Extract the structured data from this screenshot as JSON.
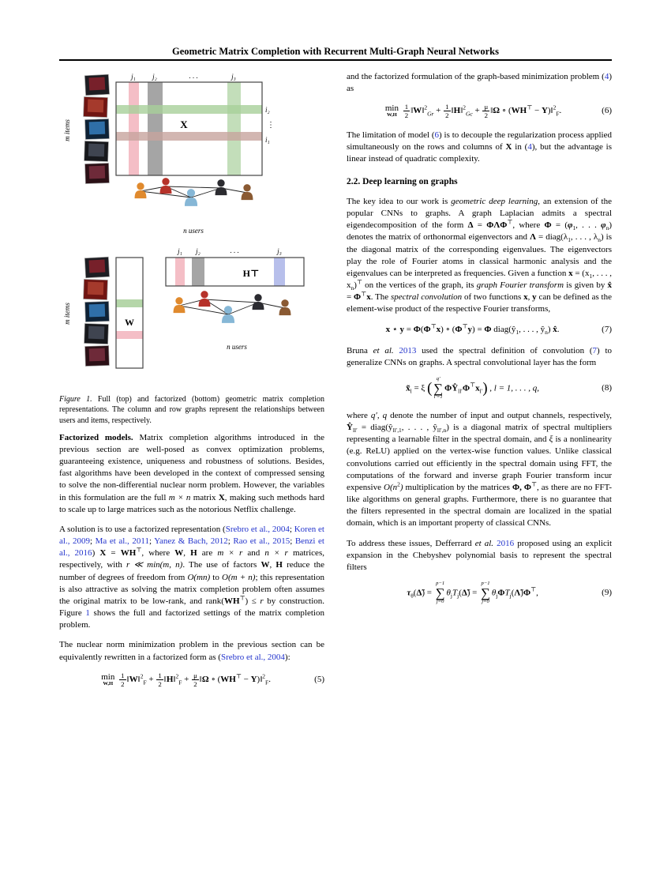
{
  "header": {
    "title": "Geometric Matrix Completion with Recurrent Multi-Graph Neural Networks"
  },
  "colors": {
    "link_blue": "#2233cc"
  },
  "figure": {
    "labels": {
      "j1": "j₁",
      "j2": "j₂",
      "j3": "j₃",
      "dots": ". . .",
      "i1": "i₁",
      "i2": "i₂",
      "vdots": "⋮",
      "X": "X",
      "W": "W",
      "HT": "H⊤",
      "m_items": "m items",
      "n_users": "n users"
    },
    "colors": {
      "stripe_pink": "#f2b3bc",
      "stripe_gray": "#8f8f8f",
      "stripe_green": "#b9d8ae",
      "stripe_blue": "#aab4e8",
      "row_green": "#a8cf9a",
      "row_red": "#c7a49e"
    },
    "avatar_colors": [
      "#e08a2e",
      "#b6322a",
      "#86b7d6",
      "#2b2b30",
      "#8a5a33"
    ],
    "caption_label": "Figure 1.",
    "caption_text": " Full (top) and factorized (bottom) geometric matrix completion representations. The column and row graphs represent the relationships between users and items, respectively."
  },
  "left_column": {
    "para_factorized": [
      {
        "t": "Factorized models.",
        "s": "b"
      },
      {
        "t": "   Matrix completion algorithms introduced in the previous section are well-posed as convex optimization problems, guaranteeing existence, uniqueness and robustness of solutions. Besides, fast algorithms have been developed in the context of compressed sensing to solve the non-differential nuclear norm problem. However, the variables in this formulation are the full "
      },
      {
        "t": "m × n",
        "s": "i"
      },
      {
        "t": " matrix "
      },
      {
        "t": "X",
        "s": "b"
      },
      {
        "t": ", making such methods hard to scale up to large matrices such as the notorious Netflix challenge."
      }
    ],
    "para_solution": [
      {
        "t": "A solution is to use a factorized representation ("
      },
      {
        "t": "Srebro et al., 2004",
        "s": "link"
      },
      {
        "t": "; "
      },
      {
        "t": "Koren et al., 2009",
        "s": "link"
      },
      {
        "t": "; "
      },
      {
        "t": "Ma et al., 2011",
        "s": "link"
      },
      {
        "t": "; "
      },
      {
        "t": "Yanez & Bach, 2012",
        "s": "link"
      },
      {
        "t": "; "
      },
      {
        "t": "Rao et al., 2015",
        "s": "link"
      },
      {
        "t": "; "
      },
      {
        "t": "Benzi et al., 2016",
        "s": "link"
      },
      {
        "t": ") "
      },
      {
        "t": "X",
        "s": "b"
      },
      {
        "t": " = "
      },
      {
        "t": "WH",
        "s": "b"
      },
      {
        "t": "⊤",
        "s": "sup"
      },
      {
        "t": ", where "
      },
      {
        "t": "W",
        "s": "b"
      },
      {
        "t": ", "
      },
      {
        "t": "H",
        "s": "b"
      },
      {
        "t": " are "
      },
      {
        "t": "m × r",
        "s": "i"
      },
      {
        "t": " and "
      },
      {
        "t": "n × r",
        "s": "i"
      },
      {
        "t": " matrices, respectively, with "
      },
      {
        "t": "r ≪ min(m, n)",
        "s": "i"
      },
      {
        "t": ". The use of factors "
      },
      {
        "t": "W",
        "s": "b"
      },
      {
        "t": ", "
      },
      {
        "t": "H",
        "s": "b"
      },
      {
        "t": " reduce the number of degrees of freedom from "
      },
      {
        "t": "O(mn)",
        "s": "i"
      },
      {
        "t": " to "
      },
      {
        "t": "O(m + n)",
        "s": "i"
      },
      {
        "t": "; this representation is also attractive as solving the matrix completion problem often assumes the original matrix to be low-rank, and rank("
      },
      {
        "t": "WH",
        "s": "b"
      },
      {
        "t": "⊤",
        "s": "sup"
      },
      {
        "t": ") ≤ "
      },
      {
        "t": "r",
        "s": "i"
      },
      {
        "t": " by construction. Figure "
      },
      {
        "t": "1",
        "s": "link"
      },
      {
        "t": " shows the full and factorized settings of the matrix completion problem."
      }
    ],
    "para_nuclear": [
      {
        "t": "The nuclear norm minimization problem in the previous section can be equivalently rewritten in a factorized form as ("
      },
      {
        "t": "Srebro et al., 2004",
        "s": "link"
      },
      {
        "t": "):"
      }
    ]
  },
  "right_column": {
    "para_intro": [
      {
        "t": "and the factorized formulation of the graph-based minimization problem ("
      },
      {
        "t": "4",
        "s": "link"
      },
      {
        "t": ") as"
      }
    ],
    "para_limitation": [
      {
        "t": "The limitation of model ("
      },
      {
        "t": "6",
        "s": "link"
      },
      {
        "t": ") is to decouple the regularization process applied simultaneously on the rows and columns of "
      },
      {
        "t": "X",
        "s": "b"
      },
      {
        "t": " in ("
      },
      {
        "t": "4",
        "s": "link"
      },
      {
        "t": "), but the advantage is linear instead of quadratic complexity."
      }
    ],
    "section_heading": "2.2. Deep learning on graphs",
    "para_deep": [
      {
        "t": "The key idea to our work is "
      },
      {
        "t": "geometric deep learning",
        "s": "i"
      },
      {
        "t": ", an extension of the popular CNNs to graphs. A graph Laplacian admits a spectral eigendecomposition of the form "
      },
      {
        "t": "Δ",
        "s": "b"
      },
      {
        "t": " = "
      },
      {
        "t": "ΦΛΦ",
        "s": "b"
      },
      {
        "t": "⊤",
        "s": "sup"
      },
      {
        "t": ", where "
      },
      {
        "t": "Φ",
        "s": "b"
      },
      {
        "t": " = ("
      },
      {
        "t": "φ",
        "s": "bi"
      },
      {
        "t": "1",
        "s": "sub"
      },
      {
        "t": ", . . . "
      },
      {
        "t": "φ",
        "s": "bi"
      },
      {
        "t": "n",
        "s": "sub"
      },
      {
        "t": ") denotes the matrix of orthonormal eigenvectors and "
      },
      {
        "t": "Λ",
        "s": "b"
      },
      {
        "t": " = diag(λ"
      },
      {
        "t": "1",
        "s": "sub"
      },
      {
        "t": ", . . . , λ"
      },
      {
        "t": "n",
        "s": "sub"
      },
      {
        "t": ") is the diagonal matrix of the corresponding eigenvalues. The eigenvectors play the role of Fourier atoms in classical harmonic analysis and the eigenvalues can be interpreted as frequencies. Given a function "
      },
      {
        "t": "x",
        "s": "b"
      },
      {
        "t": " = (x"
      },
      {
        "t": "1",
        "s": "sub"
      },
      {
        "t": ", . . . , x"
      },
      {
        "t": "n",
        "s": "sub"
      },
      {
        "t": ")"
      },
      {
        "t": "⊤",
        "s": "sup"
      },
      {
        "t": " on the vertices of the graph, its "
      },
      {
        "t": "graph Fourier transform",
        "s": "i"
      },
      {
        "t": " is given by "
      },
      {
        "t": "x̂",
        "s": "b"
      },
      {
        "t": " = "
      },
      {
        "t": "Φ",
        "s": "b"
      },
      {
        "t": "⊤",
        "s": "sup"
      },
      {
        "t": "x",
        "s": "b"
      },
      {
        "t": ". The "
      },
      {
        "t": "spectral convolution",
        "s": "i"
      },
      {
        "t": " of two functions "
      },
      {
        "t": "x",
        "s": "b"
      },
      {
        "t": ", "
      },
      {
        "t": "y",
        "s": "b"
      },
      {
        "t": " can be defined as the element-wise product of the respective Fourier transforms,"
      }
    ],
    "para_bruna": [
      {
        "t": "Bruna "
      },
      {
        "t": "et al.",
        "s": "i"
      },
      {
        "t": " "
      },
      {
        "t": "2013",
        "s": "link"
      },
      {
        "t": " used the spectral definition of convolution ("
      },
      {
        "t": "7",
        "s": "link"
      },
      {
        "t": ") to generalize CNNs on graphs. A spectral convolutional layer has the form"
      }
    ],
    "para_where": [
      {
        "t": "where "
      },
      {
        "t": "q′, q",
        "s": "i"
      },
      {
        "t": " denote the number of input and output channels, respectively, "
      },
      {
        "t": "Ŷ",
        "s": "b"
      },
      {
        "t": "ll′",
        "s": "sub"
      },
      {
        "t": " = diag(ŷ"
      },
      {
        "t": "ll′,1",
        "s": "sub"
      },
      {
        "t": ", . . . , ŷ"
      },
      {
        "t": "ll′,n",
        "s": "sub"
      },
      {
        "t": ") is a diagonal matrix of spectral multipliers representing a learnable filter in the spectral domain, and "
      },
      {
        "t": "ξ",
        "s": "i"
      },
      {
        "t": " is a nonlinearity (e.g. ReLU) applied on the vertex-wise function values. Unlike classical convolutions carried out efficiently in the spectral domain using FFT, the computations of the forward and inverse graph Fourier transform incur expensive "
      },
      {
        "t": "O(n",
        "s": "i"
      },
      {
        "t": "2",
        "s": "sup"
      },
      {
        "t": ")",
        "s": "i"
      },
      {
        "t": " multiplication by the matrices "
      },
      {
        "t": "Φ, Φ",
        "s": "b"
      },
      {
        "t": "⊤",
        "s": "sup"
      },
      {
        "t": ", as there are no FFT-like algorithms on general graphs. Furthermore, there is no guarantee that the filters represented in the spectral domain are localized in the spatial domain, which is an important property of classical CNNs."
      }
    ],
    "para_defferrard": [
      {
        "t": "To address these issues, Defferrard "
      },
      {
        "t": "et al.",
        "s": "i"
      },
      {
        "t": " "
      },
      {
        "t": "2016",
        "s": "link"
      },
      {
        "t": " proposed using an explicit expansion in the Chebyshev polynomial basis to represent the spectral filters"
      }
    ]
  },
  "equations": {
    "eq5": {
      "number": "(5)",
      "body": [
        {
          "o": "min",
          "bot": "W,H",
          "c": "op-min"
        },
        {
          "t": "  "
        },
        {
          "f": [
            "1",
            "2"
          ]
        },
        {
          "t": "‖"
        },
        {
          "t": "W",
          "s": "b"
        },
        {
          "t": "‖"
        },
        {
          "t": "2",
          "s": "sup"
        },
        {
          "t": "F",
          "s": "sub"
        },
        {
          "t": " + "
        },
        {
          "f": [
            "1",
            "2"
          ]
        },
        {
          "t": "‖"
        },
        {
          "t": "H",
          "s": "b"
        },
        {
          "t": "‖"
        },
        {
          "t": "2",
          "s": "sup"
        },
        {
          "t": "F",
          "s": "sub"
        },
        {
          "t": " + "
        },
        {
          "f": [
            "μ",
            "2"
          ]
        },
        {
          "t": "‖"
        },
        {
          "t": "Ω",
          "s": "b"
        },
        {
          "t": " ∘ ("
        },
        {
          "t": "WH",
          "s": "b"
        },
        {
          "t": "⊤",
          "s": "sup"
        },
        {
          "t": " − "
        },
        {
          "t": "Y",
          "s": "b"
        },
        {
          "t": ")‖"
        },
        {
          "t": "2",
          "s": "sup"
        },
        {
          "t": "F",
          "s": "sub"
        },
        {
          "t": "."
        }
      ]
    },
    "eq6": {
      "number": "(6)",
      "body": [
        {
          "o": "min",
          "bot": "W,H",
          "c": "op-min"
        },
        {
          "t": "  "
        },
        {
          "f": [
            "1",
            "2"
          ]
        },
        {
          "t": "‖"
        },
        {
          "t": "W",
          "s": "b"
        },
        {
          "t": "‖"
        },
        {
          "t": "2",
          "s": "sup"
        },
        {
          "t": "Gr",
          "s": "sub i"
        },
        {
          "t": " + "
        },
        {
          "f": [
            "1",
            "2"
          ]
        },
        {
          "t": "‖"
        },
        {
          "t": "H",
          "s": "b"
        },
        {
          "t": "‖"
        },
        {
          "t": "2",
          "s": "sup"
        },
        {
          "t": "Gc",
          "s": "sub i"
        },
        {
          "t": " + "
        },
        {
          "f": [
            "μ",
            "2"
          ]
        },
        {
          "t": "‖"
        },
        {
          "t": "Ω",
          "s": "b"
        },
        {
          "t": " ∘ ("
        },
        {
          "t": "WH",
          "s": "b"
        },
        {
          "t": "⊤",
          "s": "sup"
        },
        {
          "t": " − "
        },
        {
          "t": "Y",
          "s": "b"
        },
        {
          "t": ")‖"
        },
        {
          "t": "2",
          "s": "sup"
        },
        {
          "t": "F",
          "s": "sub"
        },
        {
          "t": "."
        }
      ]
    },
    "eq7": {
      "number": "(7)",
      "body": [
        {
          "t": "x",
          "s": "b"
        },
        {
          "t": " ⋆ "
        },
        {
          "t": "y",
          "s": "b"
        },
        {
          "t": " = "
        },
        {
          "t": "Φ",
          "s": "b"
        },
        {
          "t": "("
        },
        {
          "t": "Φ",
          "s": "b"
        },
        {
          "t": "⊤",
          "s": "sup"
        },
        {
          "t": "x",
          "s": "b"
        },
        {
          "t": ") ∘ ("
        },
        {
          "t": "Φ",
          "s": "b"
        },
        {
          "t": "⊤",
          "s": "sup"
        },
        {
          "t": "y",
          "s": "b"
        },
        {
          "t": ") = "
        },
        {
          "t": "Φ",
          "s": "b"
        },
        {
          "t": " diag(ŷ"
        },
        {
          "t": "1",
          "s": "sub"
        },
        {
          "t": ", . . . , ŷ"
        },
        {
          "t": "n",
          "s": "sub"
        },
        {
          "t": ") "
        },
        {
          "t": "x̂",
          "s": "b"
        },
        {
          "t": "."
        }
      ]
    },
    "eq8": {
      "number": "(8)",
      "body": [
        {
          "t": "x̃",
          "s": "b"
        },
        {
          "t": "l",
          "s": "sub"
        },
        {
          "t": " = ξ "
        },
        {
          "t": "(",
          "s": "big"
        },
        {
          "o": "∑",
          "top": "q′",
          "bot": "l′=1"
        },
        {
          "t": "Φ",
          "s": "b"
        },
        {
          "t": "Ŷ",
          "s": "b"
        },
        {
          "t": "ll′",
          "s": "sub"
        },
        {
          "t": "Φ",
          "s": "b"
        },
        {
          "t": "⊤",
          "s": "sup"
        },
        {
          "t": "x",
          "s": "b"
        },
        {
          "t": "l′",
          "s": "sub"
        },
        {
          "t": ")",
          "s": "big"
        },
        {
          "t": " ,   "
        },
        {
          "t": "l = 1, . . . , q",
          "s": "i"
        },
        {
          "t": ","
        }
      ]
    },
    "eq9": {
      "number": "(9)",
      "body": [
        {
          "t": "τ",
          "s": "bi"
        },
        {
          "t": "θ",
          "s": "sub"
        },
        {
          "t": "("
        },
        {
          "t": "Δ̃",
          "s": "b"
        },
        {
          "t": ") = "
        },
        {
          "o": "∑",
          "top": "p−1",
          "bot": "j=0"
        },
        {
          "t": "θ",
          "s": "i"
        },
        {
          "t": "j",
          "s": "sub"
        },
        {
          "t": "T",
          "s": "i"
        },
        {
          "t": "j",
          "s": "sub"
        },
        {
          "t": "("
        },
        {
          "t": "Δ̃",
          "s": "b"
        },
        {
          "t": ") = "
        },
        {
          "o": "∑",
          "top": "p−1",
          "bot": "j=0"
        },
        {
          "t": "θ",
          "s": "i"
        },
        {
          "t": "j",
          "s": "sub"
        },
        {
          "t": "Φ",
          "s": "b"
        },
        {
          "t": "T",
          "s": "i"
        },
        {
          "t": "j",
          "s": "sub"
        },
        {
          "t": "("
        },
        {
          "t": "Λ̃",
          "s": "b"
        },
        {
          "t": ")"
        },
        {
          "t": "Φ",
          "s": "b"
        },
        {
          "t": "⊤",
          "s": "sup"
        },
        {
          "t": ","
        }
      ]
    }
  }
}
